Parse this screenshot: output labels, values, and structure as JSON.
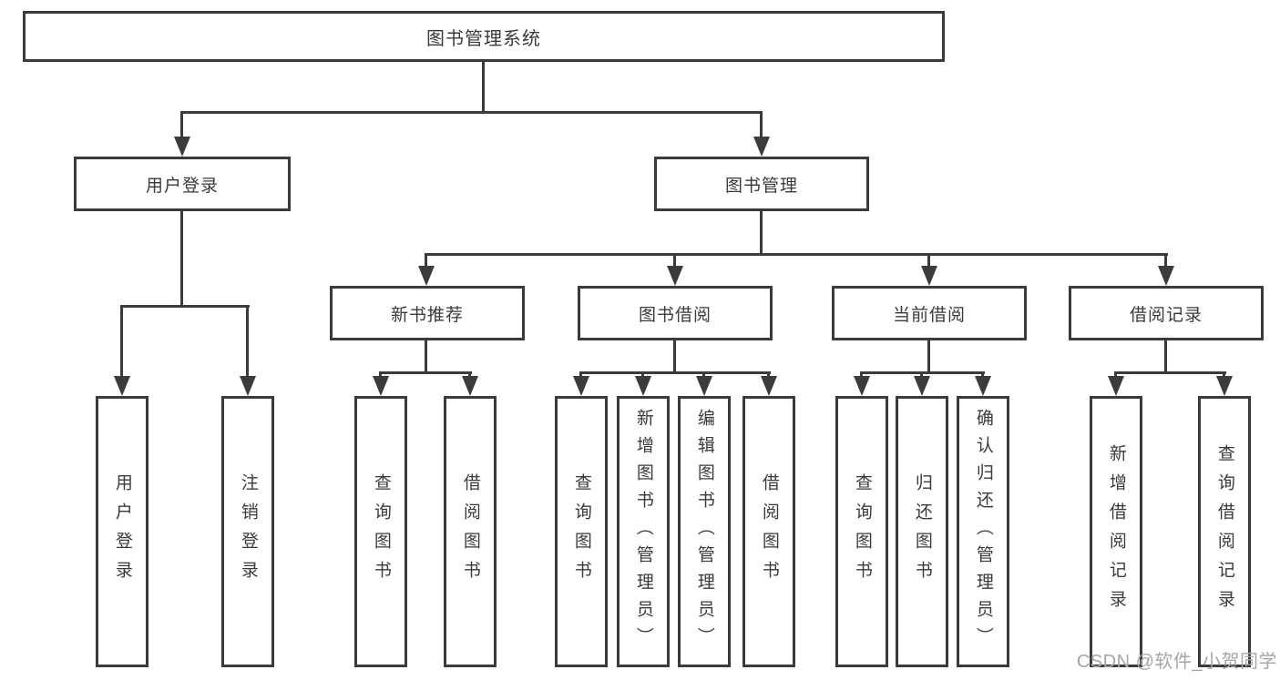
{
  "colors": {
    "line": "#3b3b3b",
    "text": "#3a3a3a",
    "watermark": "#a6a6a6",
    "background": "#ffffff"
  },
  "watermark": {
    "text": "CSDN @软件_小贺同学"
  },
  "tree": {
    "root": {
      "label": "图书管理系统",
      "children": [
        {
          "label": "用户登录",
          "children": [
            {
              "label": "用户登录"
            },
            {
              "label": "注销登录"
            }
          ]
        },
        {
          "label": "图书管理",
          "children": [
            {
              "label": "新书推荐",
              "children": [
                {
                  "label": "查询图书"
                },
                {
                  "label": "借阅图书"
                }
              ]
            },
            {
              "label": "图书借阅",
              "children": [
                {
                  "label": "查询图书"
                },
                {
                  "label": "新增图书（管理员）"
                },
                {
                  "label": "编辑图书（管理员）"
                },
                {
                  "label": "借阅图书"
                }
              ]
            },
            {
              "label": "当前借阅",
              "children": [
                {
                  "label": "查询图书"
                },
                {
                  "label": "归还图书"
                },
                {
                  "label": "确认归还（管理员）"
                }
              ]
            },
            {
              "label": "借阅记录",
              "children": [
                {
                  "label": "新增借阅记录"
                },
                {
                  "label": "查询借阅记录"
                }
              ]
            }
          ]
        }
      ]
    }
  }
}
